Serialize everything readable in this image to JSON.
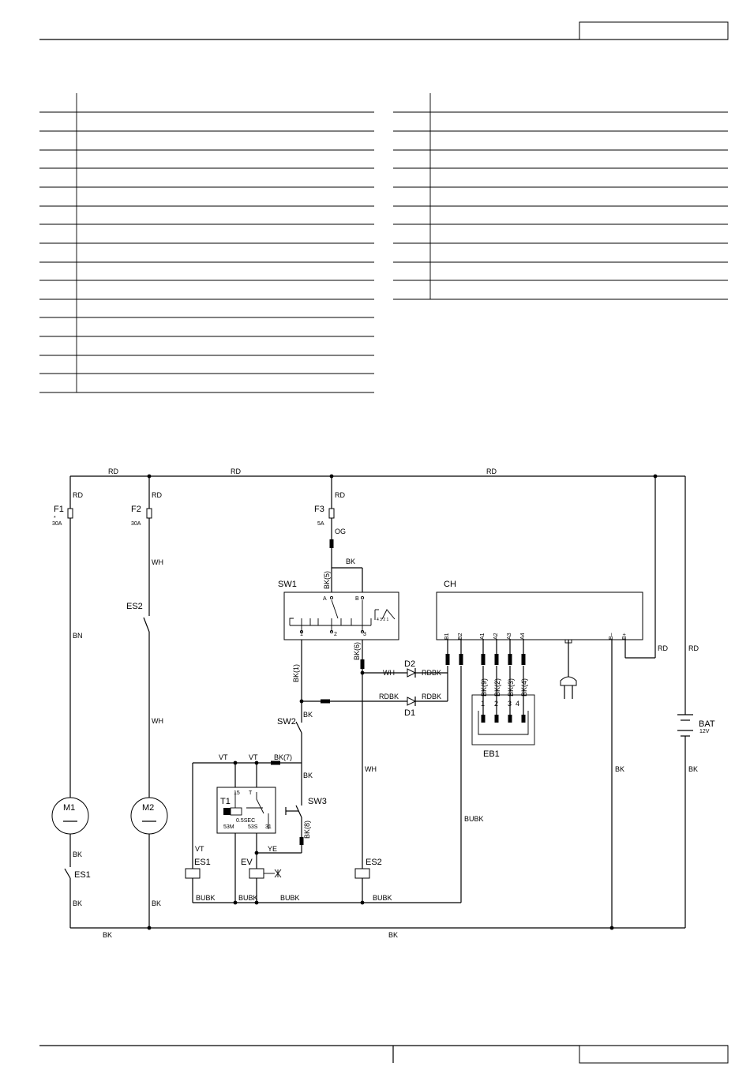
{
  "diagram": {
    "wire_colors": {
      "rd": "RD",
      "og": "OG",
      "bk": "BK",
      "wh": "WH",
      "bn": "BN",
      "vt": "VT",
      "ye": "YE",
      "bubk": "BUBK",
      "rdbk": "RDBK",
      "bk1": "BK(1)",
      "bk2": "BK(2)",
      "bk3": "BK(3)",
      "bk4": "BK(4)",
      "bk5": "BK(5)",
      "bk6": "BK(6)",
      "bk7": "BK(7)",
      "bk8": "BK(8)",
      "bk9": "BK(9)"
    },
    "components": {
      "f1": "F1",
      "f2": "F2",
      "f3": "F3",
      "m1": "M1",
      "m2": "M2",
      "es1": "ES1",
      "es2": "ES2",
      "sw1": "SW1",
      "sw2": "SW2",
      "sw3": "SW3",
      "ch": "CH",
      "eb1": "EB1",
      "bat": "BAT",
      "d1": "D1",
      "d2": "D2",
      "t1": "T1",
      "ev": "EV"
    },
    "ratings": {
      "f1": "30A",
      "f2": "30A",
      "f3": "5A",
      "bat": "12V",
      "f1_mark": "*"
    },
    "terminals": {
      "sw1_a": "A",
      "sw1_b": "B",
      "sw1_1": "1",
      "sw1_2": "2",
      "sw1_3": "3",
      "sw1_pos": "4 3 2 1",
      "ch_b1": "B1",
      "ch_b2": "B2",
      "ch_a1": "A1",
      "ch_a2": "A2",
      "ch_a3": "A3",
      "ch_a4": "A4",
      "ch_bminus": "B–",
      "ch_bplus": "B+",
      "eb1_1": "1",
      "eb1_2": "2",
      "eb1_3": "3",
      "eb1_4": "4",
      "t1_15": "15",
      "t1_t": "T",
      "t1_53m": "53M",
      "t1_53s": "53S",
      "t1_31": "31",
      "t1_time": "0.5SEC"
    }
  }
}
